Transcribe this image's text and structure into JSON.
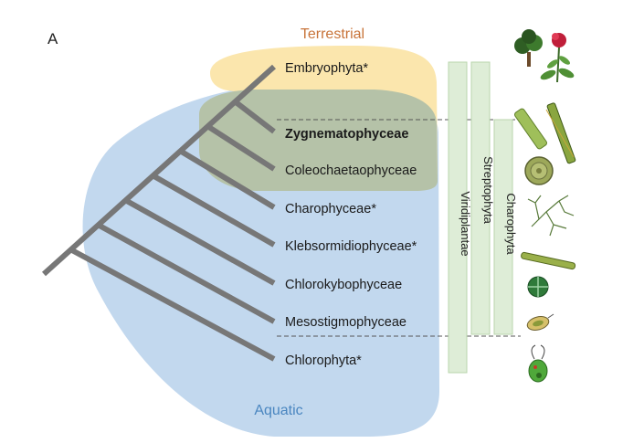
{
  "panel_label": "A",
  "zones": {
    "terrestrial": {
      "label": "Terrestrial",
      "color": "#c8743a",
      "fill": "#fbe6ad"
    },
    "aquatic": {
      "label": "Aquatic",
      "color": "#4a86c0",
      "fill": "#c2d8ee"
    },
    "overlap_fill": "#b5c2a8"
  },
  "tree_color": "#777777",
  "taxa": [
    {
      "label": "Embryophyta*",
      "bold": false
    },
    {
      "label": "Zygnematophyceae",
      "bold": true
    },
    {
      "label": "Coleochaetaophyceae",
      "bold": false
    },
    {
      "label": "Charophyceae*",
      "bold": false
    },
    {
      "label": "Klebsormidiophyceae*",
      "bold": false
    },
    {
      "label": "Chlorokybophyceae",
      "bold": false
    },
    {
      "label": "Mesostigmophyceae",
      "bold": false
    },
    {
      "label": "Chlorophyta*",
      "bold": false
    }
  ],
  "clades": {
    "viridiplantae": "Viridiplantae",
    "streptophyta": "Streptophyta",
    "charophyta": "Charophyta",
    "bar_fill": "#deedd7",
    "bar_stroke": "#b9d5ad"
  },
  "icons": [
    "tree-and-flower-icon",
    "filamentous-alga-icon",
    "disc-alga-icon",
    "branched-alga-icon",
    "filament-icon",
    "four-cell-alga-icon",
    "oval-flagellate-icon",
    "green-flagellate-icon"
  ]
}
